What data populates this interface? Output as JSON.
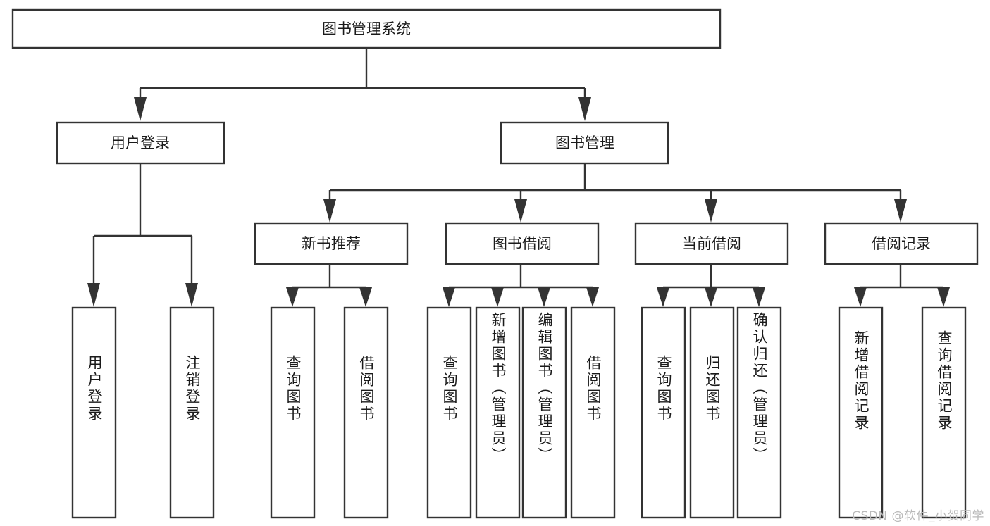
{
  "diagram": {
    "title": "图书管理系统",
    "type": "hierarchy-tree",
    "orientation": "top-down",
    "colors": {
      "box_stroke": "#333333",
      "box_fill": "#ffffff",
      "connector": "#333333",
      "text": "#1a1a1a",
      "watermark": "#b9b9b9",
      "background": "#ffffff"
    },
    "root": {
      "id": "root",
      "label": "图书管理系统",
      "text_direction": "horizontal"
    },
    "level2": [
      {
        "id": "user-login",
        "label": "用户登录",
        "text_direction": "horizontal"
      },
      {
        "id": "book-management",
        "label": "图书管理",
        "text_direction": "horizontal"
      }
    ],
    "level3": [
      {
        "id": "new-book-recommend",
        "label": "新书推荐",
        "text_direction": "horizontal",
        "parent": "book-management"
      },
      {
        "id": "book-borrow",
        "label": "图书借阅",
        "text_direction": "horizontal",
        "parent": "book-management"
      },
      {
        "id": "current-borrow",
        "label": "当前借阅",
        "text_direction": "horizontal",
        "parent": "book-management"
      },
      {
        "id": "borrow-record",
        "label": "借阅记录",
        "text_direction": "horizontal",
        "parent": "book-management"
      }
    ],
    "leaves": [
      {
        "id": "leaf-user-login",
        "label": "用户登录",
        "parent": "user-login",
        "text_direction": "vertical"
      },
      {
        "id": "leaf-logout-login",
        "label": "注销登录",
        "parent": "user-login",
        "text_direction": "vertical"
      },
      {
        "id": "leaf-query-book-1",
        "label": "查询图书",
        "parent": "new-book-recommend",
        "text_direction": "vertical"
      },
      {
        "id": "leaf-borrow-book-1",
        "label": "借阅图书",
        "parent": "new-book-recommend",
        "text_direction": "vertical"
      },
      {
        "id": "leaf-query-book-2",
        "label": "查询图书",
        "parent": "book-borrow",
        "text_direction": "vertical"
      },
      {
        "id": "leaf-add-book-admin",
        "label": "新增图书（管理员）",
        "parent": "book-borrow",
        "text_direction": "vertical"
      },
      {
        "id": "leaf-edit-book-admin",
        "label": "编辑图书（管理员）",
        "parent": "book-borrow",
        "text_direction": "vertical"
      },
      {
        "id": "leaf-borrow-book-2",
        "label": "借阅图书",
        "parent": "book-borrow",
        "text_direction": "vertical"
      },
      {
        "id": "leaf-query-book-3",
        "label": "查询图书",
        "parent": "current-borrow",
        "text_direction": "vertical"
      },
      {
        "id": "leaf-return-book",
        "label": "归还图书",
        "parent": "current-borrow",
        "text_direction": "vertical"
      },
      {
        "id": "leaf-confirm-return-admin",
        "label": "确认归还（管理员）",
        "parent": "current-borrow",
        "text_direction": "vertical"
      },
      {
        "id": "leaf-add-borrow-record",
        "label": "新增借阅记录",
        "parent": "borrow-record",
        "text_direction": "vertical"
      },
      {
        "id": "leaf-query-borrow-record",
        "label": "查询借阅记录",
        "parent": "borrow-record",
        "text_direction": "vertical"
      }
    ],
    "watermark": "CSDN @软件_小贺同学"
  }
}
